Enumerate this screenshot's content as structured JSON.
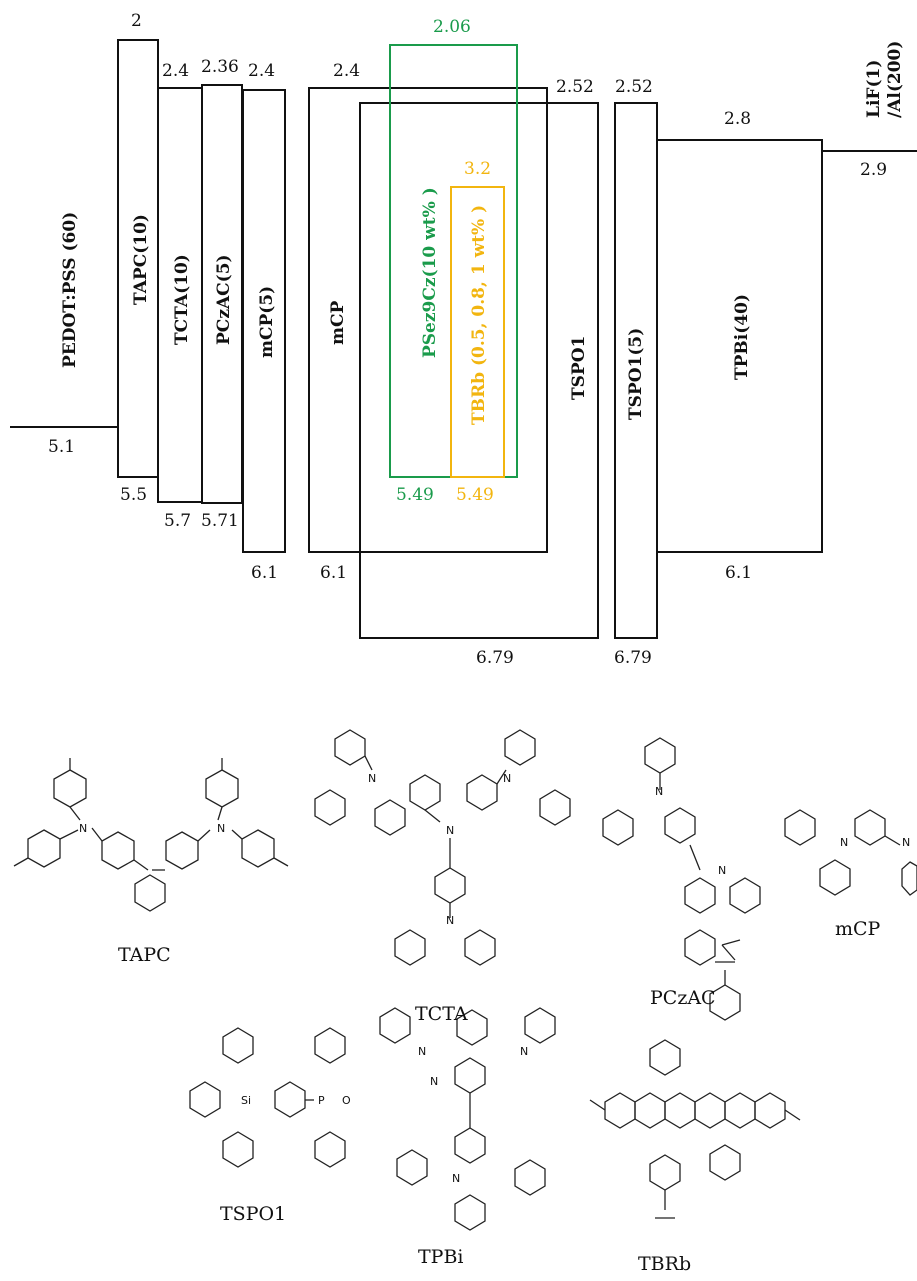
{
  "colors": {
    "black": "#111111",
    "green": "#1a9b4b",
    "orange": "#f2b50f"
  },
  "diagram": {
    "levels": {
      "pedot_homo": "5.1",
      "tapc_lumo": "2",
      "tapc_homo": "5.5",
      "tcta_lumo": "2.4",
      "tcta_homo": "5.7",
      "pczac_lumo": "2.36",
      "pczac_homo": "5.71",
      "mcp5_lumo": "2.4",
      "mcp5_homo": "6.1",
      "mcp_lumo": "2.4",
      "mcp_homo": "6.1",
      "psez_lumo": "2.06",
      "psez_homo": "5.49",
      "tbrb_lumo": "3.2",
      "tbrb_homo": "5.49",
      "tspo_lumo": "2.52",
      "tspo_homo": "6.79",
      "tspo5_lumo": "2.52",
      "tspo5_homo": "6.79",
      "tpbi_lumo": "2.8",
      "tpbi_homo": "6.1",
      "lif_lumo": "2.9"
    },
    "layers": {
      "pedot": "PEDOT:PSS (60)",
      "tapc": "TAPC(10)",
      "tcta": "TCTA(10)",
      "pczac": "PCzAC(5)",
      "mcp5": "mCP(5)",
      "mcp": "mCP",
      "psez": "PSez9Cz(10 wt% )",
      "tbrb": "TBRb (0.5, 0.8, 1 wt% )",
      "tspo": "TSPO1",
      "tspo5": "TSPO1(5)",
      "tpbi": "TPBi(40)",
      "lif_line1": "LiF(1)",
      "lif_line2": "/Al(200)"
    }
  },
  "molecules": {
    "tapc": "TAPC",
    "tcta": "TCTA",
    "pczac": "PCzAC",
    "mcp": "mCP",
    "tspo1": "TSPO1",
    "tpbi": "TPBi",
    "tbrb": "TBRb"
  },
  "atoms": {
    "N": "N",
    "Si": "Si",
    "P": "P",
    "O": "O"
  }
}
